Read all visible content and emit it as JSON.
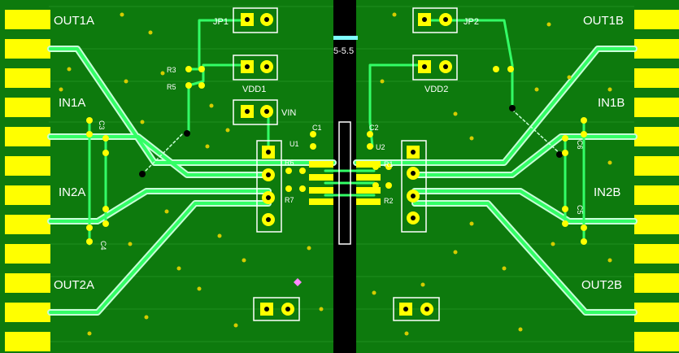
{
  "labels": {
    "out1a": "OUT1A",
    "out1b": "OUT1B",
    "in1a": "IN1A",
    "in1b": "IN1B",
    "in2a": "IN2A",
    "in2b": "IN2B",
    "out2a": "OUT2A",
    "out2b": "OUT2B",
    "jp1": "JP1",
    "jp2": "JP2",
    "vdd1": "VDD1",
    "vdd2": "VDD2",
    "vin": "VIN",
    "r1": "R1",
    "r2": "R2",
    "r3": "R3",
    "r5": "R5",
    "r6": "R6",
    "r7": "R7",
    "c1": "C1",
    "c2": "C2",
    "c3": "C3",
    "c4": "C4",
    "c5": "C5",
    "c6": "C6",
    "u1": "U1",
    "u2": "U2",
    "supply_range": "5-5.5"
  },
  "colors": {
    "board": "#0d7a0d",
    "trace": "#33ff66",
    "trace_edge": "#c8ffd8",
    "pad": "#ffff00",
    "silk": "#ffffff",
    "via": "#d4cc00",
    "gap": "#000000"
  }
}
